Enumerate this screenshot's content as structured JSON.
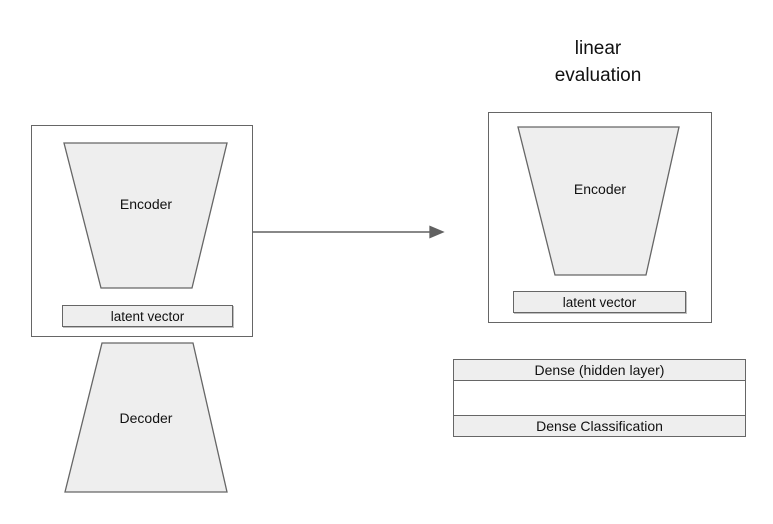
{
  "header": {
    "title_lines": [
      "linear",
      "evaluation"
    ]
  },
  "autoencoder": {
    "encoder_label": "Encoder",
    "latent_vector_label": "latent vector",
    "decoder_label": "Decoder"
  },
  "evaluation": {
    "encoder_label": "Encoder",
    "latent_vector_label": "latent vector",
    "dense_hidden_label": "Dense (hidden layer)",
    "dense_classification_label": "Dense Classification"
  },
  "colors": {
    "background": "#ffffff",
    "shape_fill": "#eeeeee",
    "shape_stroke": "#666666",
    "arrow": "#616161",
    "text": "#111111"
  }
}
